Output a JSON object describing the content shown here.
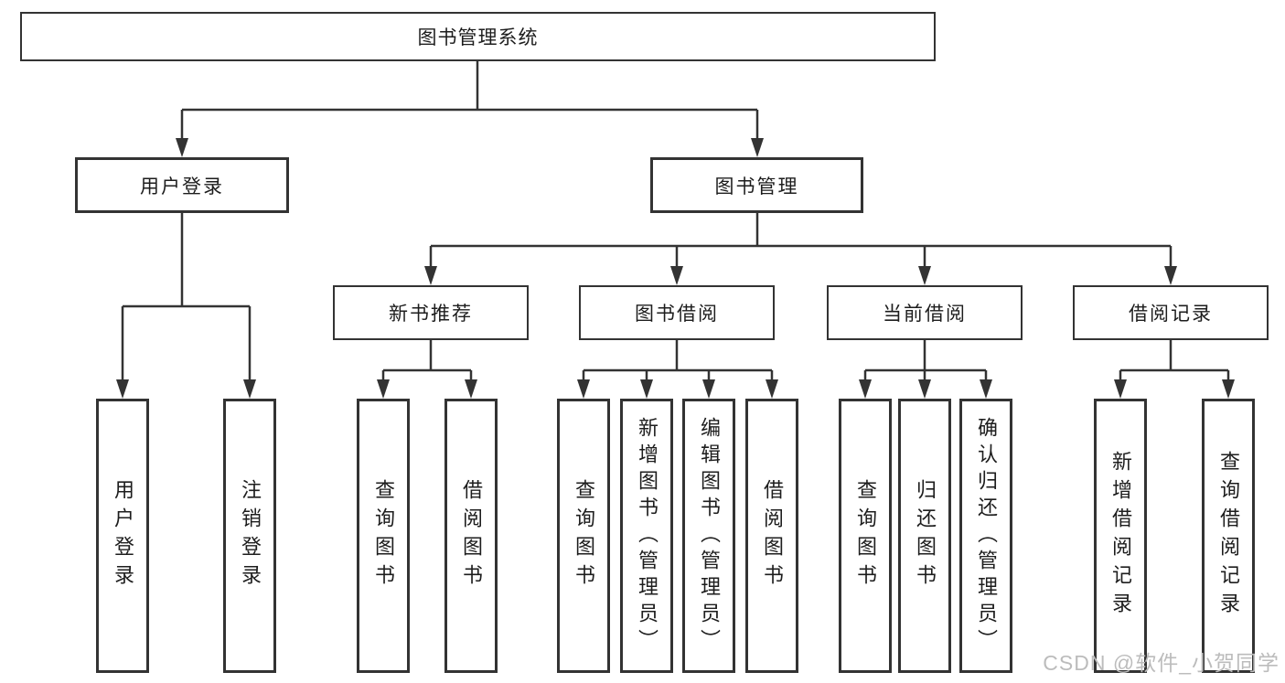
{
  "tree": {
    "label": "图书管理系统",
    "children": [
      {
        "label": "用户登录",
        "children": [
          {
            "label": "用户登录"
          },
          {
            "label": "注销登录"
          }
        ]
      },
      {
        "label": "图书管理",
        "children": [
          {
            "label": "新书推荐",
            "children": [
              {
                "label": "查询图书"
              },
              {
                "label": "借阅图书"
              }
            ]
          },
          {
            "label": "图书借阅",
            "children": [
              {
                "label": "查询图书"
              },
              {
                "label": "新增图书（管理员）"
              },
              {
                "label": "编辑图书（管理员）"
              },
              {
                "label": "借阅图书"
              }
            ]
          },
          {
            "label": "当前借阅",
            "children": [
              {
                "label": "查询图书"
              },
              {
                "label": "归还图书"
              },
              {
                "label": "确认归还（管理员）"
              }
            ]
          },
          {
            "label": "借阅记录",
            "children": [
              {
                "label": "新增借阅记录"
              },
              {
                "label": "查询借阅记录"
              }
            ]
          }
        ]
      }
    ]
  },
  "watermark": {
    "text": "CSDN @软件_小贺同学"
  },
  "colors": {
    "line": "#333333",
    "box_border": "#333333",
    "text": "#1d1d1d",
    "watermark": "#bcbcbc",
    "background": "#ffffff"
  }
}
